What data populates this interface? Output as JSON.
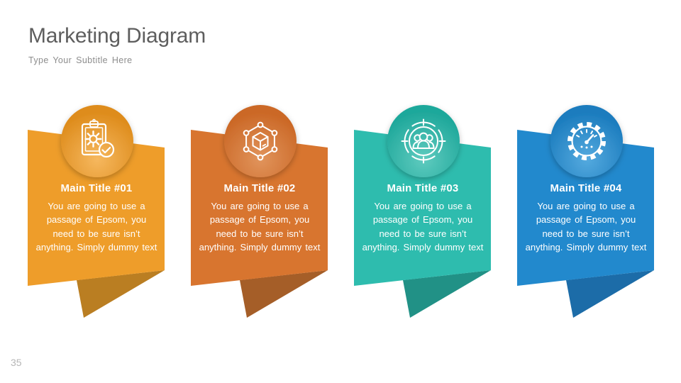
{
  "slide": {
    "title": "Marketing Diagram",
    "subtitle": "Type Your Subtitle Here",
    "page_number": "35"
  },
  "cards": [
    {
      "title": "Main Title #01",
      "body": "You are going to use a passage of Epsom, you need to be sure isn’t anything. Simply dummy text",
      "icon": "clipboard-gear-check-icon",
      "colors": {
        "body": "#EE9D2A",
        "fold": "#BA7E22",
        "circle_inner": "#F6B85F",
        "circle_outer": "#DE8C1C"
      }
    },
    {
      "title": "Main Title #02",
      "body": "You are going to use a passage of Epsom, you need to be sure isn’t anything. Simply dummy text",
      "icon": "cube-network-icon",
      "colors": {
        "body": "#D8752F",
        "fold": "#A55E28",
        "circle_inner": "#E1945C",
        "circle_outer": "#CB6826"
      }
    },
    {
      "title": "Main Title #03",
      "body": "You are going to use a passage of Epsom, you need to be sure isn’t anything. Simply dummy text",
      "icon": "target-audience-icon",
      "colors": {
        "body": "#2EBCAE",
        "fold": "#219186",
        "circle_inner": "#5FCBBF",
        "circle_outer": "#1FA89B"
      }
    },
    {
      "title": "Main Title #04",
      "body": "You are going to use a passage of Epsom, you need to be sure isn’t anything. Simply dummy text",
      "icon": "gauge-gear-icon",
      "colors": {
        "body": "#2289CD",
        "fold": "#1C6CA8",
        "circle_inner": "#55AADF",
        "circle_outer": "#1B7CBE"
      }
    }
  ]
}
